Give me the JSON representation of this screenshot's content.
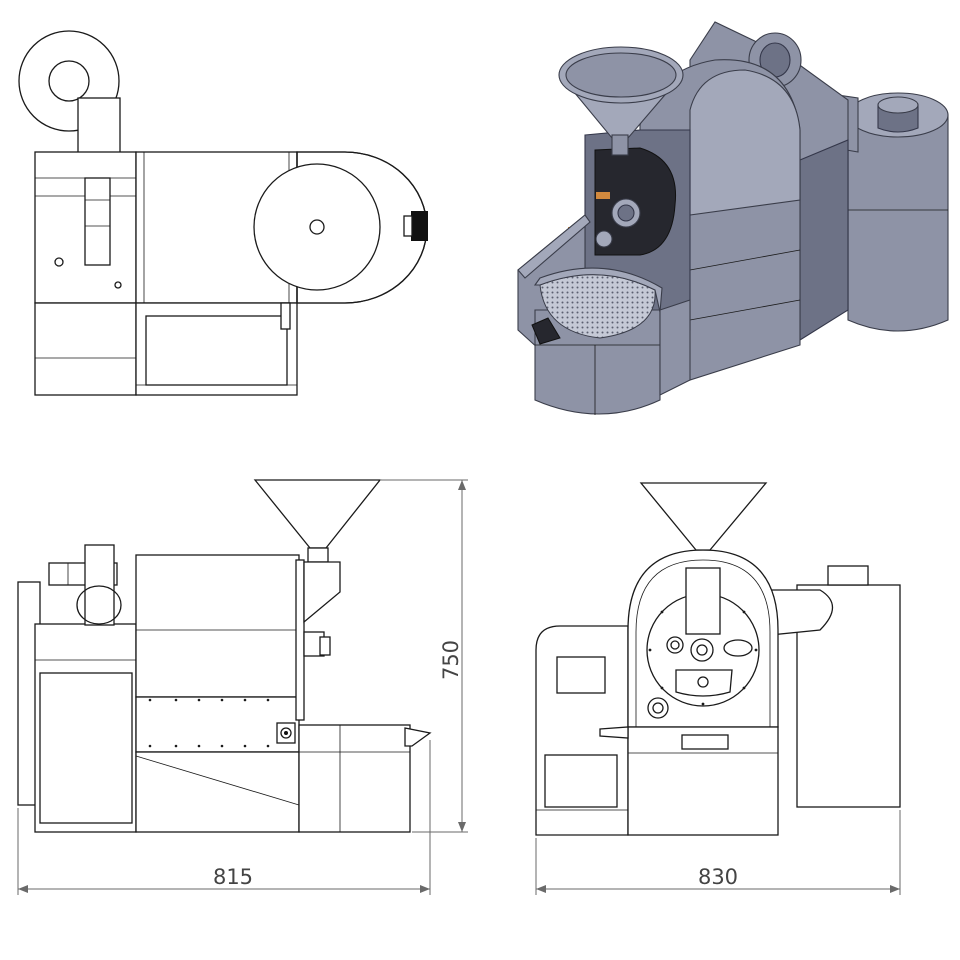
{
  "drawing": {
    "views": [
      "top-view",
      "isometric-view",
      "side-view",
      "front-view"
    ],
    "dimensions": {
      "side_width": "815",
      "front_width": "830",
      "height": "750"
    },
    "colors": {
      "line": "#1a1a1a",
      "dimension": "#6a6a6a",
      "iso_body": "#8e93a6",
      "iso_dark": "#6d7286",
      "background": "#ffffff"
    }
  }
}
